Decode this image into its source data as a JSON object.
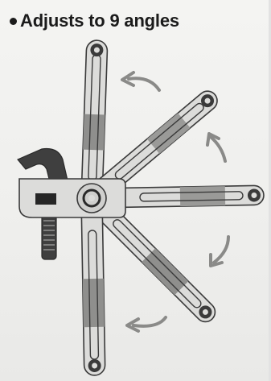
{
  "caption": {
    "text": "Adjusts to 9 angles"
  },
  "colors": {
    "handle_light": "#dcdcda",
    "handle_dark": "#8f8f8d",
    "outline": "#3a3a3a",
    "jaw": "#4a4a4a",
    "arrow": "#8a8a88"
  },
  "arms": [
    {
      "name": "handle-up"
    },
    {
      "name": "handle-upper-diagonal"
    },
    {
      "name": "handle-horizontal"
    },
    {
      "name": "handle-lower-diagonal"
    },
    {
      "name": "handle-down"
    }
  ],
  "arrows": [
    {
      "name": "rotation-arrow-1"
    },
    {
      "name": "rotation-arrow-2"
    },
    {
      "name": "rotation-arrow-3"
    },
    {
      "name": "rotation-arrow-4"
    }
  ]
}
